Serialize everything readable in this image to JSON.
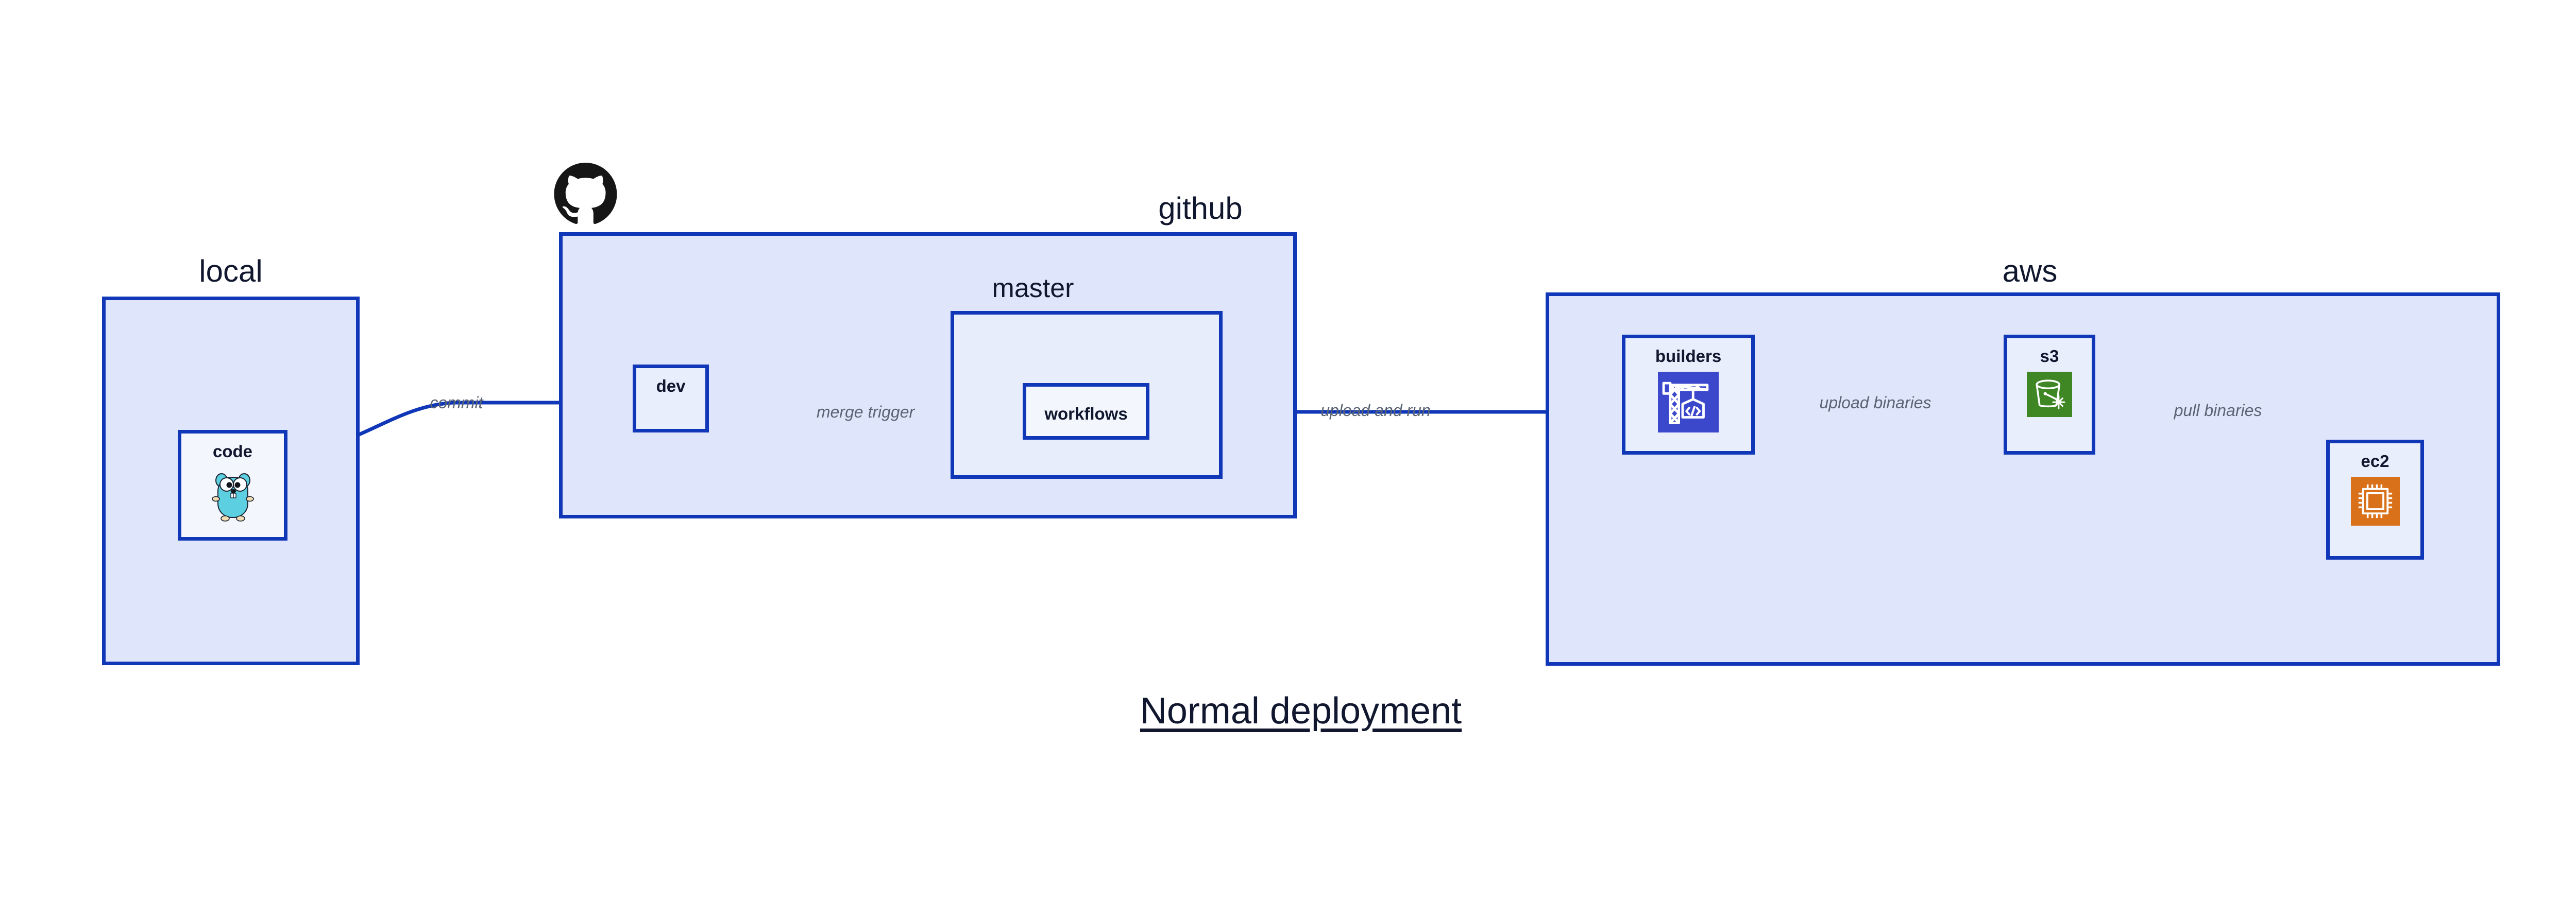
{
  "diagram": {
    "caption": "Normal deployment",
    "accent_border": "#1037b8",
    "group_fill": "#dfe6fb",
    "subgroup_fill": "#e8edfc",
    "node_fill": "#e9eefc",
    "label_color": "#10172e",
    "edge_label_color": "#5a6472"
  },
  "groups": {
    "local": {
      "label": "local"
    },
    "github": {
      "label": "github",
      "logo": "github-octocat-logo"
    },
    "master": {
      "label": "master"
    },
    "aws": {
      "label": "aws"
    }
  },
  "nodes": {
    "code": {
      "label": "code",
      "icon": "go-gopher-icon",
      "icon_color": "#5ccfe0"
    },
    "dev": {
      "label": "dev"
    },
    "workflows": {
      "label": "workflows"
    },
    "builders": {
      "label": "builders",
      "icon": "aws-codebuild-crane-icon",
      "icon_color": "#3b48cc"
    },
    "s3": {
      "label": "s3",
      "icon": "aws-s3-glacier-bucket-icon",
      "icon_color": "#3f8624"
    },
    "ec2": {
      "label": "ec2",
      "icon": "aws-ec2-chip-icon",
      "icon_color": "#d9701a"
    }
  },
  "edges": [
    {
      "id": "code-to-dev",
      "label": "commit",
      "from": "code",
      "to": "dev"
    },
    {
      "id": "dev-to-workflows",
      "label": "merge trigger",
      "from": "dev",
      "to": "workflows"
    },
    {
      "id": "workflows-to-builders",
      "label": "upload and run",
      "from": "workflows",
      "to": "builders"
    },
    {
      "id": "builders-to-s3",
      "label": "upload binaries",
      "from": "builders",
      "to": "s3"
    },
    {
      "id": "s3-to-ec2",
      "label": "pull binaries",
      "from": "s3",
      "to": "ec2"
    }
  ]
}
